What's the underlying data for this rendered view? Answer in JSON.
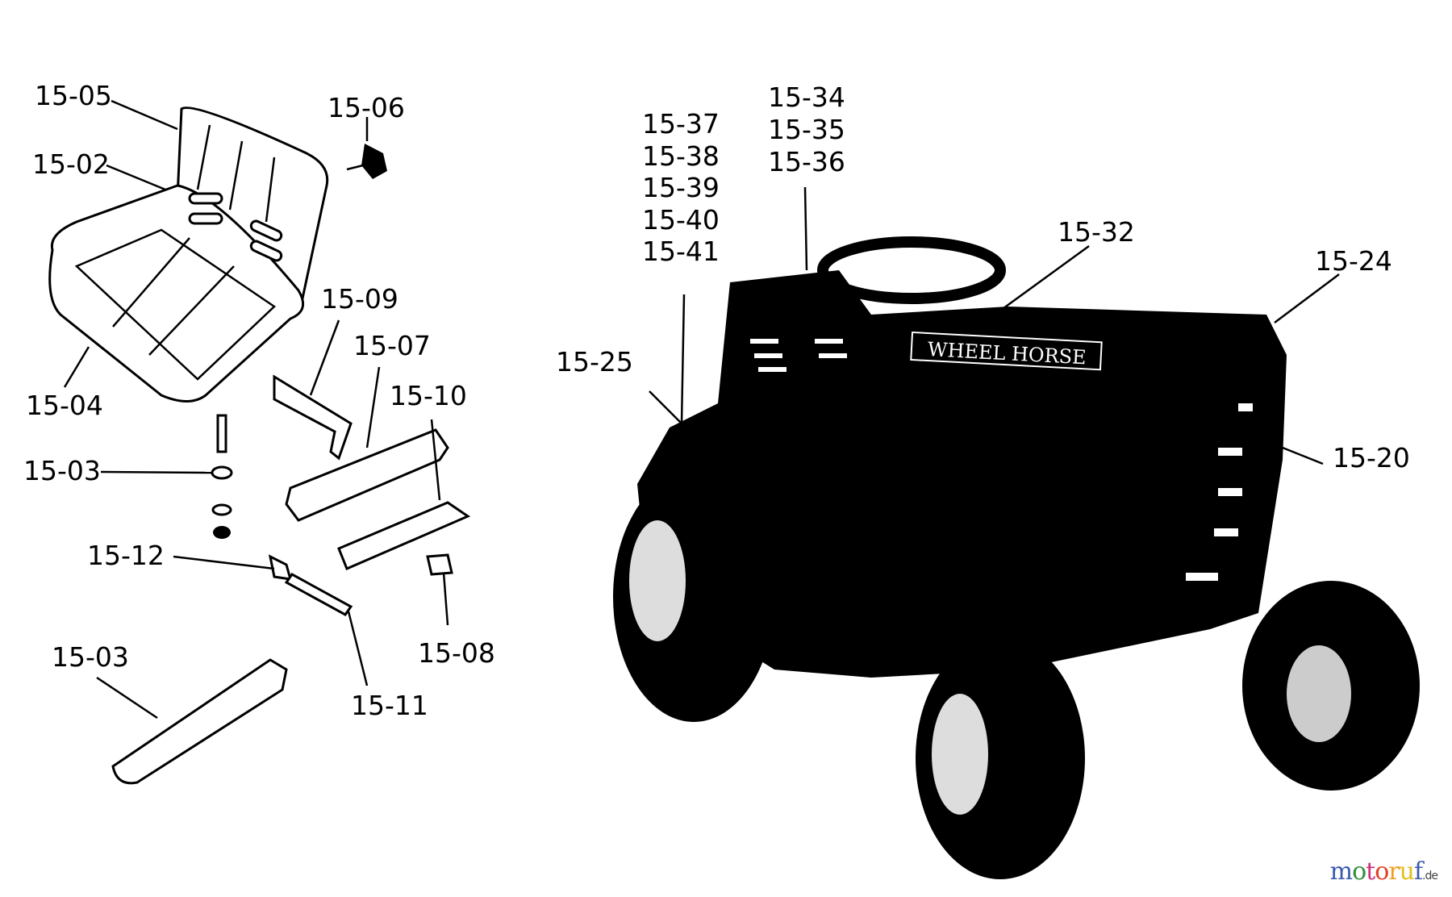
{
  "labels": {
    "l1505": "15-05",
    "l1502": "15-02",
    "l1506": "15-06",
    "l1504": "15-04",
    "l1509": "15-09",
    "l1507": "15-07",
    "l1510": "15-10",
    "l1503a": "15-03",
    "l1512": "15-12",
    "l1508": "15-08",
    "l1503b": "15-03",
    "l1511": "15-11",
    "l1537": "15-37",
    "l1538": "15-38",
    "l1539": "15-39",
    "l1540": "15-40",
    "l1541": "15-41",
    "l1534": "15-34",
    "l1535": "15-35",
    "l1536": "15-36",
    "l1532": "15-32",
    "l1524": "15-24",
    "l1525": "15-25",
    "l1520": "15-20"
  },
  "hood_badge": "WHEEL HORSE",
  "watermark": {
    "main": "motoruf",
    "suffix": ".de",
    "colors": [
      "#3b5bb0",
      "#2f8f3a",
      "#d0307a",
      "#e0402a",
      "#f0a020",
      "#e0c020"
    ]
  }
}
